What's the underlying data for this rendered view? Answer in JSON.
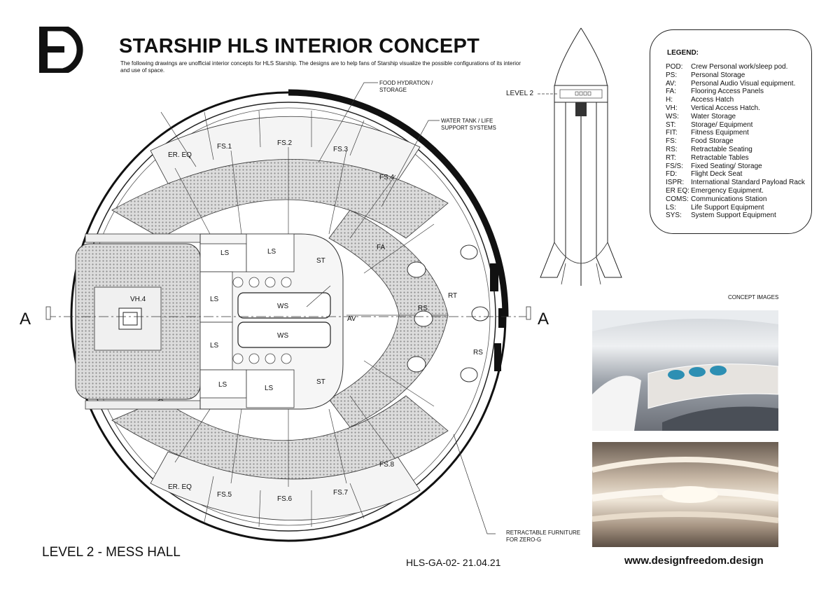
{
  "header": {
    "title": "STARSHIP HLS INTERIOR CONCEPT",
    "subtitle": "The following drawings are unofficial interior concepts for HLS Starship. The designs are to help fans of Starship visualize the possible configurations of its interior and use of space."
  },
  "legend": {
    "title": "LEGEND:",
    "items": [
      {
        "code": "POD:",
        "desc": "Crew Personal work/sleep pod."
      },
      {
        "code": "PS:",
        "desc": "Personal Storage"
      },
      {
        "code": "AV:",
        "desc": "Personal Audio Visual equipment."
      },
      {
        "code": "FA:",
        "desc": "Flooring Access Panels"
      },
      {
        "code": "H:",
        "desc": "Access Hatch"
      },
      {
        "code": "VH:",
        "desc": "Vertical Access Hatch."
      },
      {
        "code": "WS:",
        "desc": "Water Storage"
      },
      {
        "code": "ST:",
        "desc": "Storage/ Equipment"
      },
      {
        "code": "FIT:",
        "desc": "Fitness Equipment"
      },
      {
        "code": "FS:",
        "desc": "Food Storage"
      },
      {
        "code": "RS:",
        "desc": "Retractable Seating"
      },
      {
        "code": "RT:",
        "desc": "Retractable Tables"
      },
      {
        "code": "FS/S:",
        "desc": "Fixed Seating/ Storage"
      },
      {
        "code": "FD:",
        "desc": "Flight Deck Seat"
      },
      {
        "code": "ISPR:",
        "desc": "International Standard Payload Rack"
      },
      {
        "code": "ER EQ:",
        "desc": "Emergency Equipment."
      },
      {
        "code": "COMS:",
        "desc": "Communications Station"
      },
      {
        "code": "LS:",
        "desc": "Life Support Equipment"
      },
      {
        "code": "SYS:",
        "desc": "System Support Equipment"
      }
    ]
  },
  "plan": {
    "section_marker_left": "A",
    "section_marker_right": "A",
    "callouts": {
      "food": "FOOD HYDRATION / STORAGE",
      "water": "WATER TANK / LIFE SUPPORT SYSTEMS",
      "furniture": "RETRACTABLE FURNITURE FOR ZERO-G"
    },
    "labels": {
      "er_eq_top": "ER. EQ",
      "er_eq_bottom": "ER. EQ",
      "fs1": "FS.1",
      "fs2": "FS.2",
      "fs3": "FS.3",
      "fs4": "FS.4",
      "fs5": "FS.5",
      "fs6": "FS.6",
      "fs7": "FS.7",
      "fs8": "FS.8",
      "vh4": "VH.4",
      "ls1": "LS",
      "ls2": "LS",
      "ls3": "LS",
      "ls4": "LS",
      "ls5": "LS",
      "ls6": "LS",
      "st_top": "ST",
      "st_bottom": "ST",
      "ws1": "WS",
      "ws2": "WS",
      "av": "AV",
      "fa": "FA",
      "rt": "RT",
      "rs1": "RS",
      "rs2": "RS"
    }
  },
  "elevation": {
    "level_label": "LEVEL 2"
  },
  "concept": {
    "label": "CONCEPT IMAGES"
  },
  "footer": {
    "level_title": "LEVEL 2 - MESS HALL",
    "drawing_ref": "HLS-GA-02- 21.04.21",
    "website": "www.designfreedom.design"
  }
}
